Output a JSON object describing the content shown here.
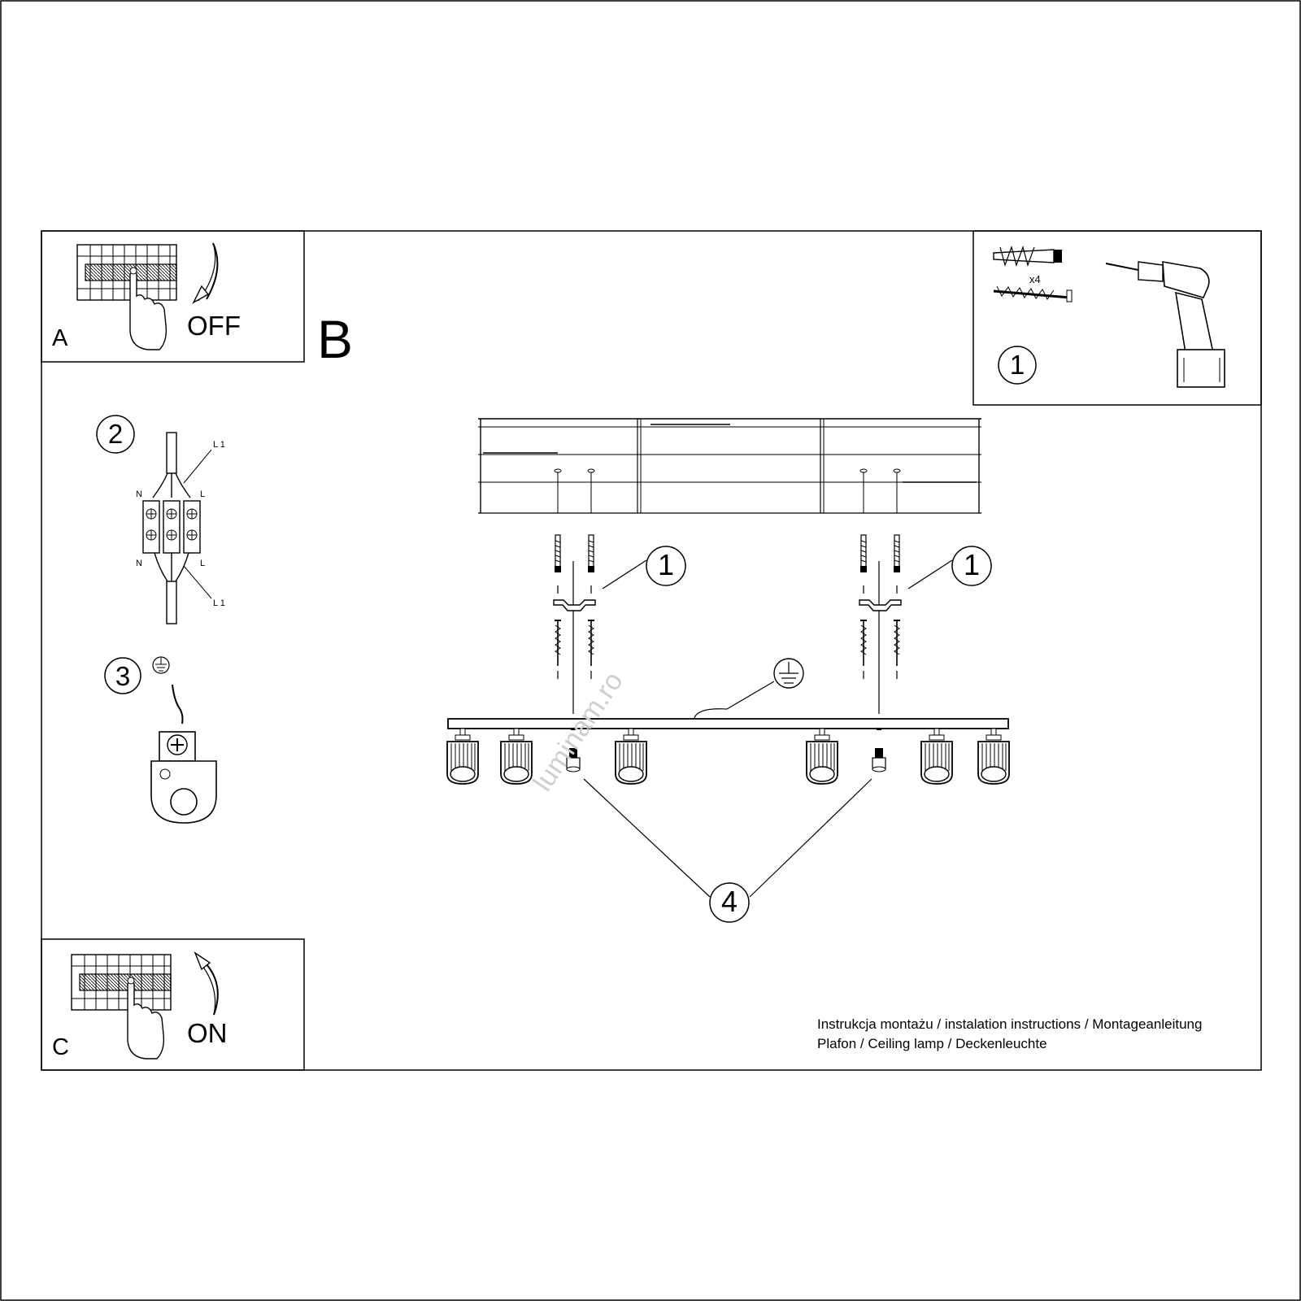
{
  "steps": {
    "a": {
      "letter": "A",
      "action": "OFF"
    },
    "b": {
      "letter": "B"
    },
    "c": {
      "letter": "C",
      "action": "ON"
    }
  },
  "callouts": {
    "tools": "1",
    "wiring": "2",
    "earth": "3",
    "fixing_left": "1",
    "fixing_right": "1",
    "screws": "4"
  },
  "wiring_labels": {
    "l1_top": "L 1",
    "n_top": "N",
    "l_top": "L",
    "n_bottom": "N",
    "l_bottom": "L",
    "l1_bottom": "L 1"
  },
  "tools_box": {
    "quantity": "x4"
  },
  "watermark": "luminam.ro",
  "footer": {
    "line1": "Instrukcja montażu / instalation instructions / Montageanleitung",
    "line2": "Plafon / Ceiling lamp / Deckenleuchte"
  },
  "icons": [
    "switch-panel-icon",
    "hand-icon",
    "arrow-down-icon",
    "arrow-up-icon",
    "wall-plug-icon",
    "screw-icon",
    "drill-icon",
    "terminal-block-icon",
    "earth-symbol-icon",
    "earth-clamp-icon",
    "spotlight-icon",
    "ceiling-icon",
    "mounting-bracket-icon"
  ]
}
